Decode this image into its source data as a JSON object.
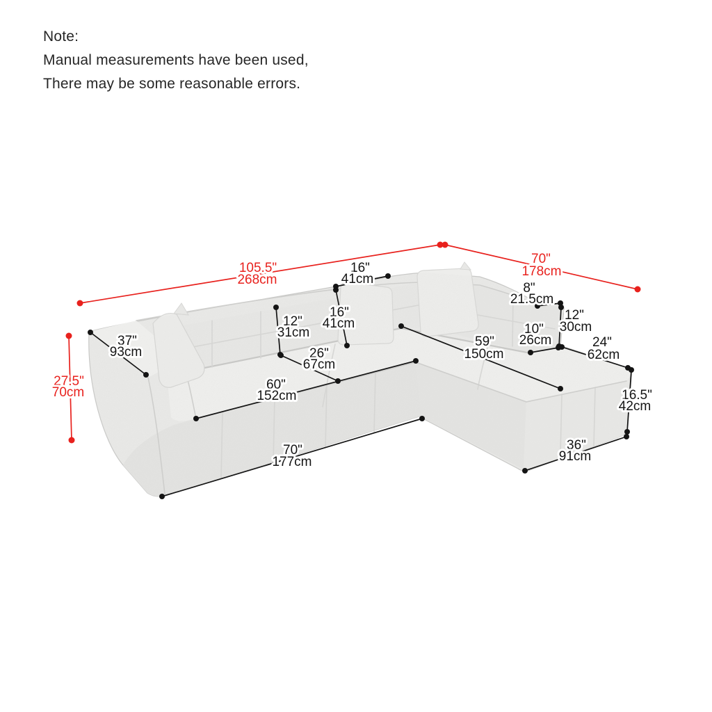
{
  "note": {
    "heading": "Note:",
    "lines": [
      "Manual measurements have been used,",
      "There may be some reasonable errors."
    ]
  },
  "colors": {
    "overall_dimension": "#e8211d",
    "detail_dimension": "#141414",
    "note_text": "#262626",
    "sofa_base": "#e9e9e7",
    "sofa_top": "#f0f0ee",
    "sofa_front": "#e3e3e1",
    "sofa_side": "#e5e5e3",
    "sofa_outline": "#c9c9c7",
    "background": "#ffffff"
  },
  "diagram": {
    "subject": "L-shaped sectional sofa dimension diagram",
    "overall_dimensions": [
      {
        "id": "overall-width",
        "inches": "105.5\"",
        "cm": "268cm"
      },
      {
        "id": "overall-depth",
        "inches": "70\"",
        "cm": "178cm"
      },
      {
        "id": "overall-height",
        "inches": "27.5\"",
        "cm": "70cm"
      }
    ],
    "detail_dimensions": [
      {
        "id": "back-top-depth",
        "inches": "16\"",
        "cm": "41cm"
      },
      {
        "id": "back-pillow",
        "inches": "16\"",
        "cm": "41cm"
      },
      {
        "id": "backrest-height",
        "inches": "12\"",
        "cm": "31cm"
      },
      {
        "id": "seat-depth",
        "inches": "26\"",
        "cm": "67cm"
      },
      {
        "id": "seat-width",
        "inches": "60\"",
        "cm": "152cm"
      },
      {
        "id": "left-arm-depth",
        "inches": "37\"",
        "cm": "93cm"
      },
      {
        "id": "sofa-front-width",
        "inches": "70\"",
        "cm": "177cm"
      },
      {
        "id": "chaise-length",
        "inches": "59\"",
        "cm": "150cm"
      },
      {
        "id": "corner-back-top",
        "inches": "8\"",
        "cm": "21.5cm"
      },
      {
        "id": "right-back-height",
        "inches": "12\"",
        "cm": "30cm"
      },
      {
        "id": "right-arm-depth",
        "inches": "10\"",
        "cm": "26cm"
      },
      {
        "id": "chaise-top-width",
        "inches": "24\"",
        "cm": "62cm"
      },
      {
        "id": "chaise-height",
        "inches": "16.5\"",
        "cm": "42cm"
      },
      {
        "id": "chaise-bottom-width",
        "inches": "36\"",
        "cm": "91cm"
      }
    ]
  }
}
